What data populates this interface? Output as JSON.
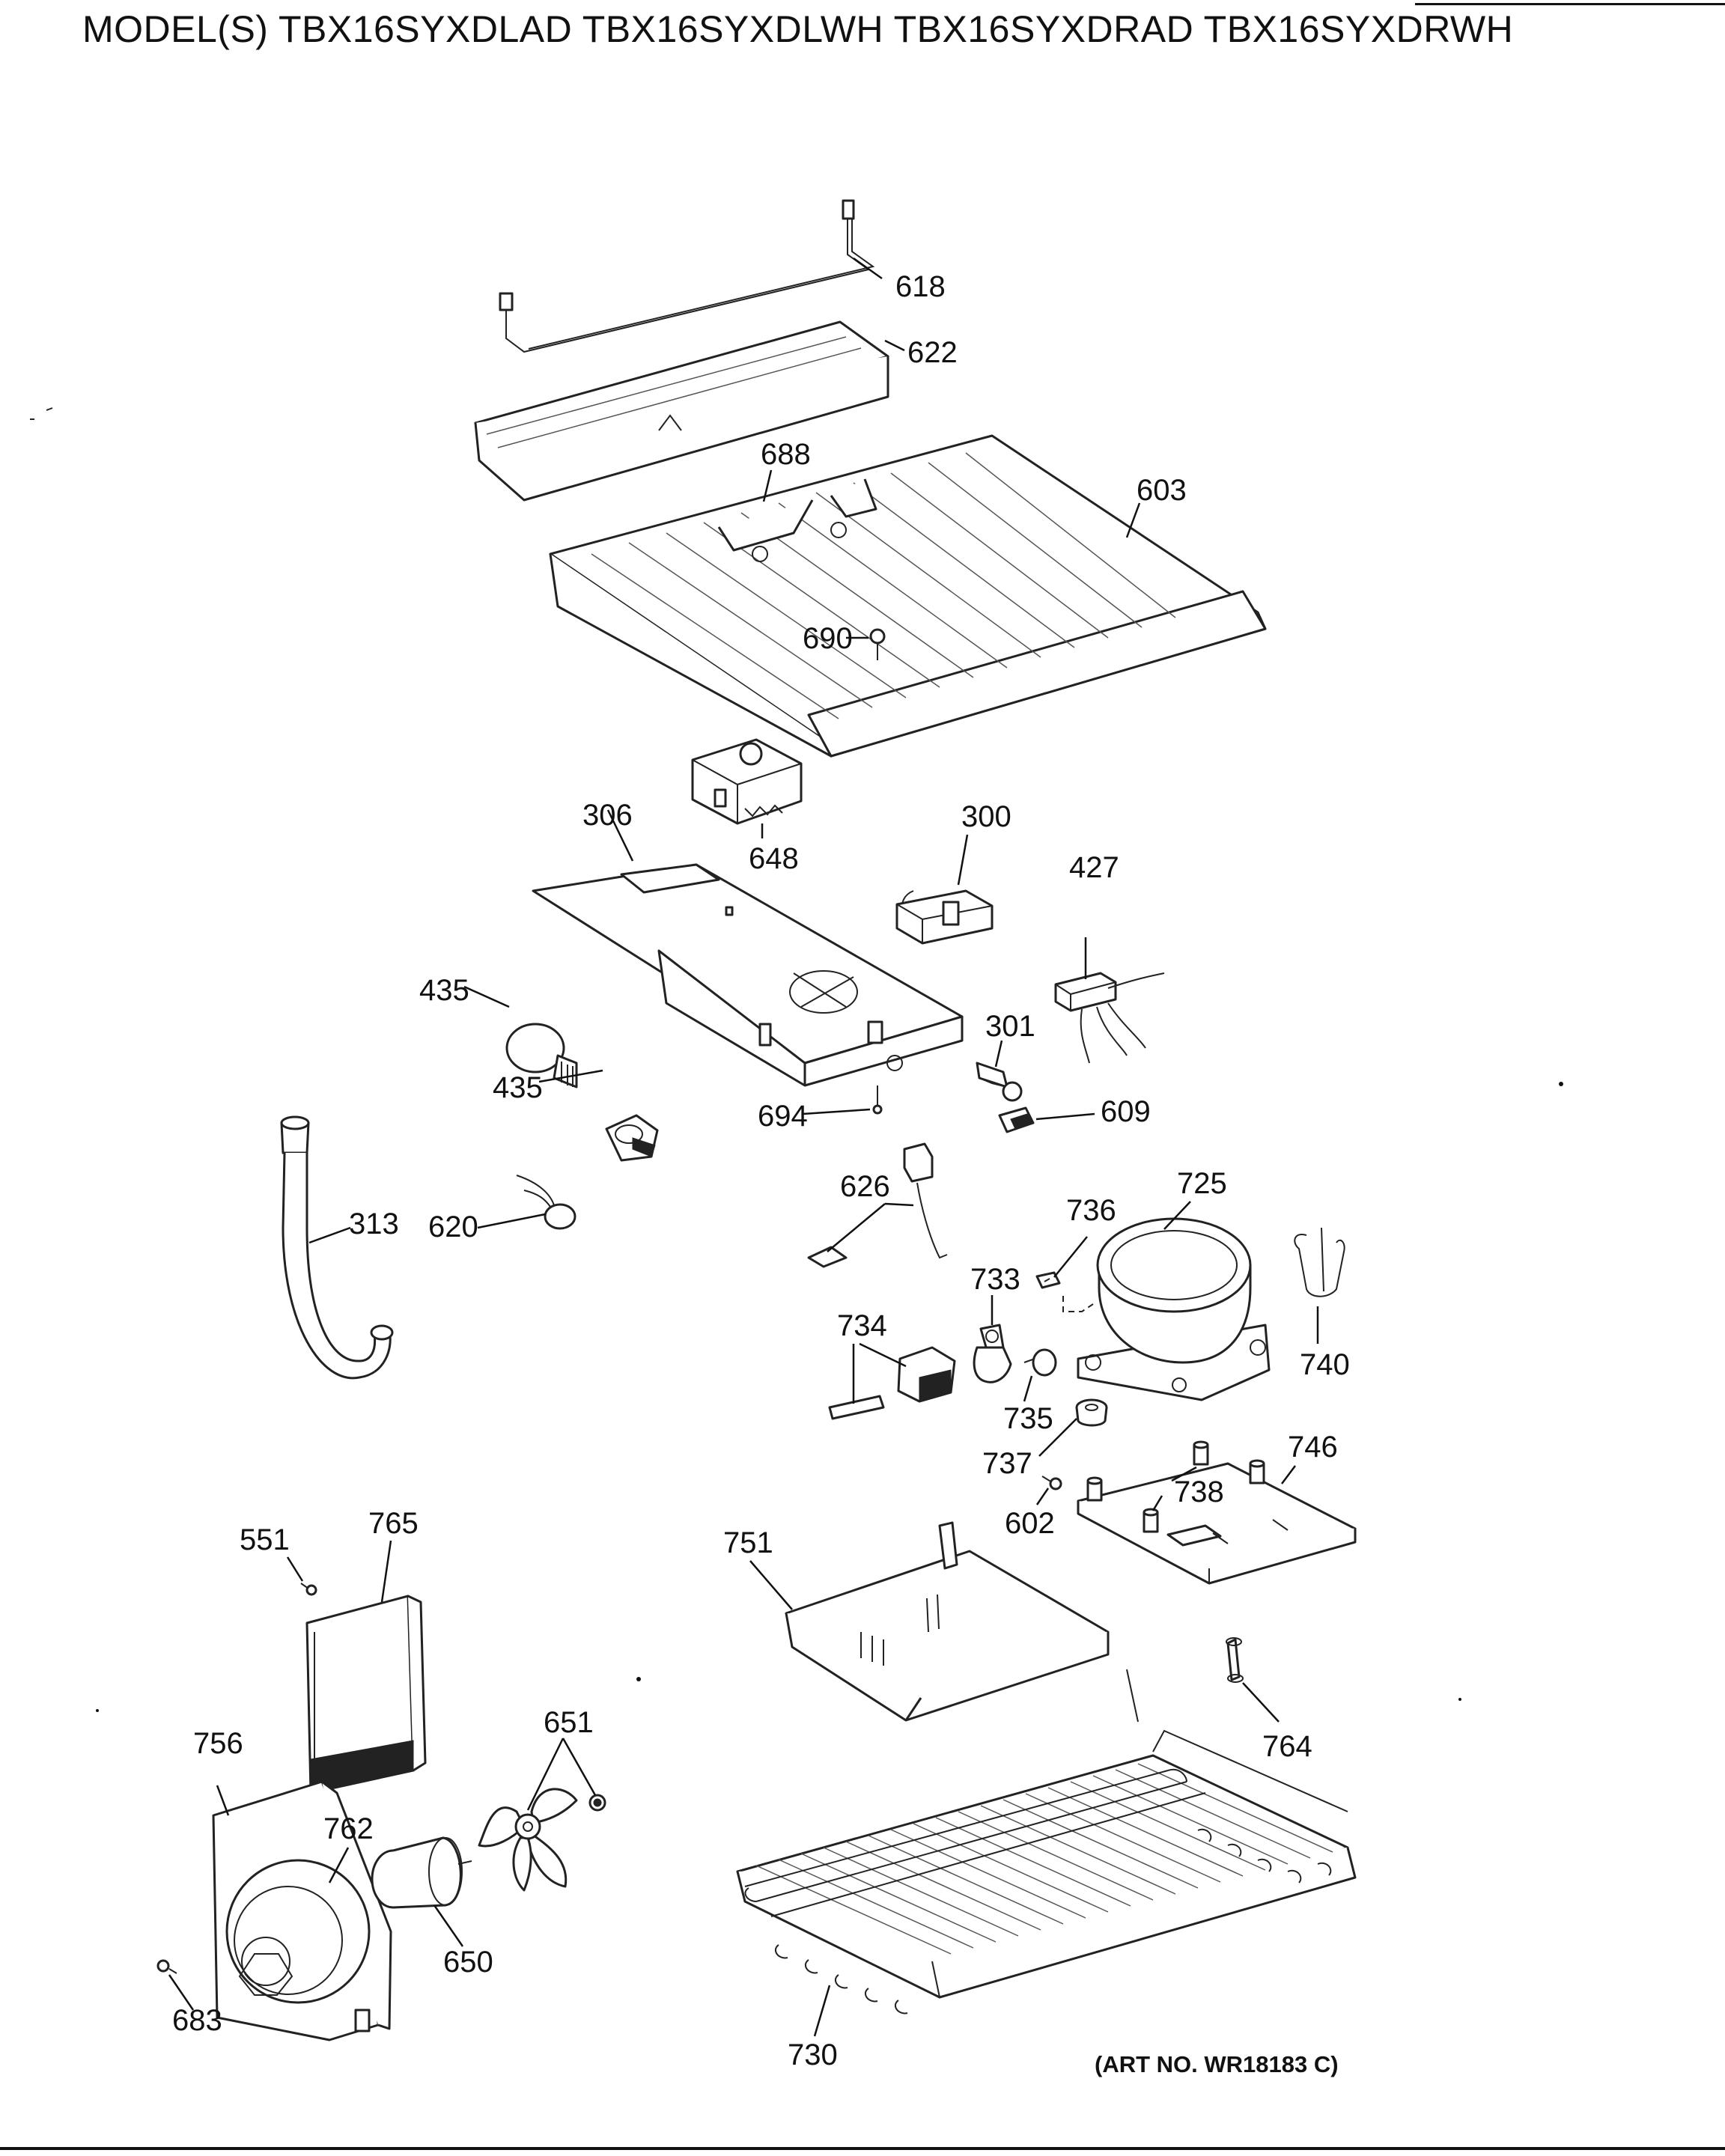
{
  "header": {
    "models_label": "MODEL(S) TBX16SYXDLAD  TBX16SYXDLWH  TBX16SYXDRAD  TBX16SYXDRWH"
  },
  "diagram": {
    "part_numbers": {
      "p618": "618",
      "p622": "622",
      "p688": "688",
      "p603": "603",
      "p690": "690",
      "p306": "306",
      "p648": "648",
      "p300": "300",
      "p427": "427",
      "p435a": "435",
      "p435b": "435",
      "p301": "301",
      "p694": "694",
      "p609": "609",
      "p626": "626",
      "p725": "725",
      "p736": "736",
      "p313": "313",
      "p620": "620",
      "p733": "733",
      "p740": "740",
      "p734": "734",
      "p735": "735",
      "p737": "737",
      "p746": "746",
      "p738": "738",
      "p551": "551",
      "p765": "765",
      "p751": "751",
      "p602": "602",
      "p651": "651",
      "p756": "756",
      "p764": "764",
      "p762": "762",
      "p650": "650",
      "p683": "683",
      "p730": "730"
    },
    "art_number": "(ART NO. WR18183 C)"
  }
}
